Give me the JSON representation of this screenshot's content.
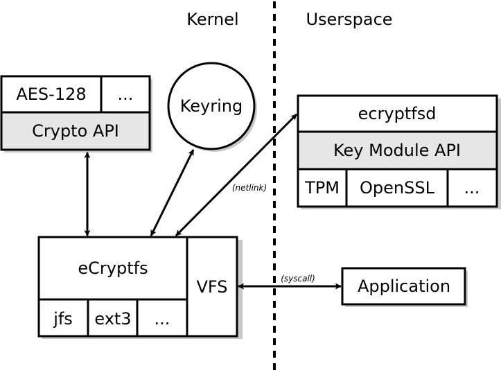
{
  "regions": {
    "kernel": "Kernel",
    "userspace": "Userspace"
  },
  "crypto": {
    "cipher": "AES-128",
    "more": "...",
    "api": "Crypto API"
  },
  "keyring": {
    "label": "Keyring"
  },
  "daemon": {
    "name": "ecryptfsd",
    "api": "Key Module API",
    "modules": [
      "TPM",
      "OpenSSL",
      "..."
    ]
  },
  "ecryptfs": {
    "name": "eCryptfs",
    "lower_fs": [
      "jfs",
      "ext3",
      "..."
    ],
    "vfs": "VFS"
  },
  "application": {
    "label": "Application"
  },
  "edges": {
    "netlink": "(netlink)",
    "syscall": "(syscall)"
  }
}
